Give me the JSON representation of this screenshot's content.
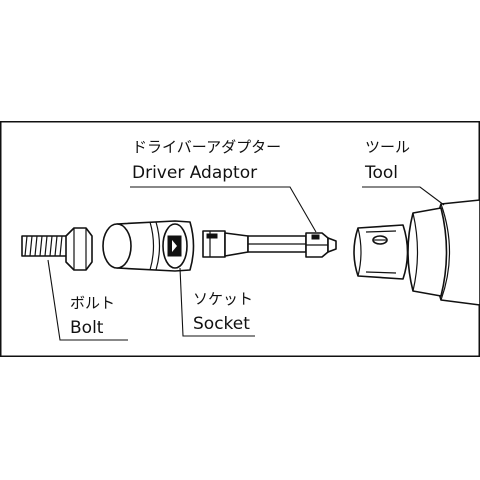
{
  "labels": {
    "driver_adaptor_jp": "ドライバーアダプター",
    "driver_adaptor_en": "Driver Adaptor",
    "tool_jp": "ツール",
    "tool_en": "Tool",
    "bolt_jp": "ボルト",
    "bolt_en": "Bolt",
    "socket_jp": "ソケット",
    "socket_en": "Socket"
  }
}
